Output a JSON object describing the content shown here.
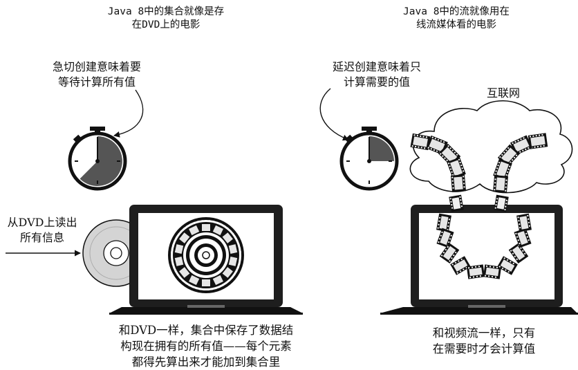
{
  "left": {
    "title_lines": [
      "Java 8中的集合就像是存",
      "在DVD上的电影"
    ],
    "clock_note_lines": [
      "急切创建意味着要",
      "等待计算所有值"
    ],
    "dvd_note_lines": [
      "从DVD上读出",
      "所有信息"
    ],
    "caption_lines": [
      "和DVD一样，集合中保存了数据结",
      "构现在拥有的所有值——每个元素",
      "都得先算出来才能加到集合里"
    ]
  },
  "right": {
    "title_lines": [
      "Java 8中的流就像用在",
      "线流媒体看的电影"
    ],
    "clock_note_lines": [
      "延迟创建意味着只",
      "计算需要的值"
    ],
    "cloud_label": "互联网",
    "caption_lines": [
      "和视频流一样，只有",
      "在需要时才会计算值"
    ]
  },
  "colors": {
    "ink": "#111111",
    "pie": "#555555",
    "screen": "#cfcfcf",
    "film_frame": "#e6e6e6"
  }
}
